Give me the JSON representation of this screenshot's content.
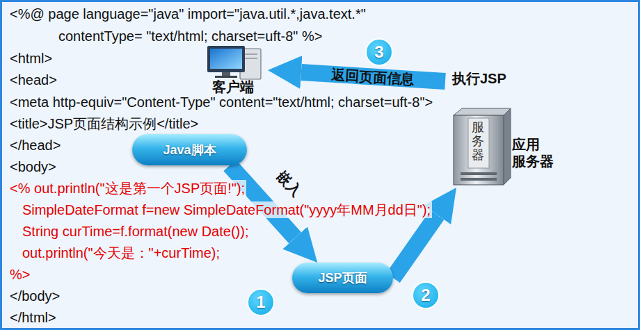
{
  "diagram": {
    "nodes": [
      {
        "text": [
          "Java脚本"
        ]
      },
      {
        "text": [
          "JSP页面"
        ]
      },
      {
        "text": [
          "执行JSP",
          "服务器",
          "应用 服务器"
        ]
      },
      {
        "text": [
          "客户端"
        ]
      }
    ],
    "edges": [
      {
        "from": 0,
        "to": 1,
        "label": "嵌入",
        "arrow": "to"
      },
      {
        "from": 1,
        "to": 2,
        "arrow": "to"
      },
      {
        "from": 2,
        "to": 3,
        "label": "返回页面信息",
        "arrow": "to"
      }
    ],
    "labels": [
      "<%@ page language=\"java\" import=\"java.util.*,java.text.*\"",
      "contentType= \"text/html; charset=uft-8\" %>",
      "<html>",
      "<head>",
      "<meta http-equiv=\"Content-Type\" content=\"text/html; charset=uft-8\">",
      "<title>JSP页面结构示例</title>",
      "</head>",
      "<body>",
      "<% out.println(\"这是第一个JSP页面!\");",
      "SimpleDateFormat f=new SimpleDateFormat(\"yyyy年MM月dd日\");",
      "String curTime=f.format(new Date());",
      "out.println(\"今天是：\"+curTime);",
      "%>",
      "</body>",
      "</html>",
      "1",
      "2",
      "3"
    ]
  }
}
